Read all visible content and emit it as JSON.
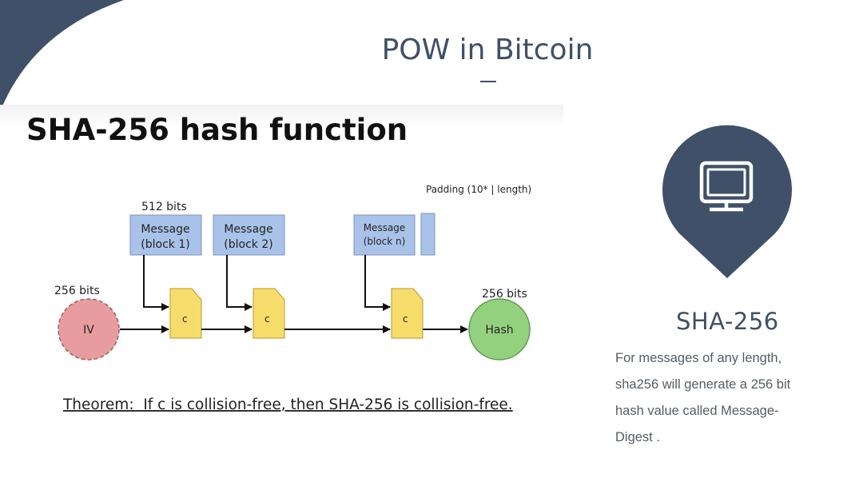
{
  "slide": {
    "title": "POW in Bitcoin",
    "accent_color": "#3f5068"
  },
  "figure": {
    "heading": "SHA-256 hash function",
    "block_size_label": "512 bits",
    "padding_label": "Padding (10* | length)",
    "iv_bits_label": "256 bits",
    "hash_bits_label": "256 bits",
    "iv_label": "IV",
    "hash_label": "Hash",
    "compress_label": "c",
    "blocks": [
      {
        "line1": "Message",
        "line2": "(block 1)"
      },
      {
        "line1": "Message",
        "line2": "(block 2)"
      },
      {
        "line1": "Message",
        "line2": "(block n)"
      }
    ],
    "theorem": "Theorem:  If c is collision-free, then SHA-256 is collision-free.",
    "colors": {
      "message_block": "#a9c2ea",
      "compress": "#f6dc6b",
      "iv": "#e79da0",
      "hash": "#94d17e"
    }
  },
  "sidebar": {
    "icon": "monitor-icon",
    "heading": "SHA-256",
    "description_lines": [
      "For messages of any length,",
      "sha256 will generate a 256 bit",
      "hash value called Message-",
      "Digest ."
    ]
  }
}
